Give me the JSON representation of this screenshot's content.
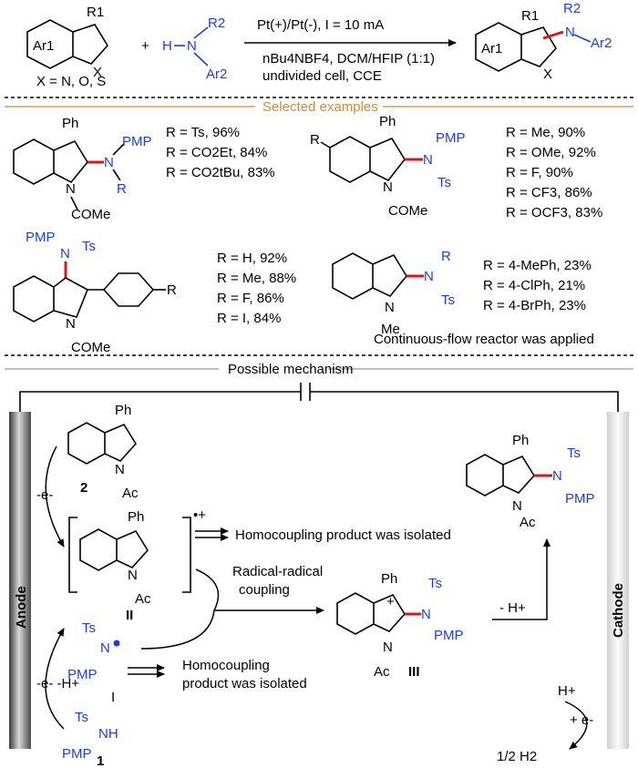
{
  "scheme": {
    "reagent_r1": "R1",
    "ar1": "Ar1",
    "x_atom": "X",
    "x_def": "X = N, O, S",
    "plus": "+",
    "amine_h": "H",
    "amine_n": "N",
    "amine_r2": "R2",
    "amine_ar2": "Ar2",
    "cond_line1": "Pt(+)/Pt(-), I = 10 mA",
    "cond_line2": "nBu4NBF4, DCM/HFIP (1:1)",
    "cond_line3": "undivided cell, CCE"
  },
  "selected_header": "Selected examples",
  "examples": {
    "ex1": [
      "R = Ts, 96%",
      "R = CO2Et, 84%",
      "R = CO2tBu, 83%"
    ],
    "ex2": [
      "R = Me, 90%",
      "R = OMe, 92%",
      "R = F, 90%",
      "R = CF3, 86%",
      "R = OCF3, 83%"
    ],
    "ex3": [
      "R = H, 92%",
      "R = Me, 88%",
      "R = F, 86%",
      "R = I, 84%"
    ],
    "ex4": [
      "R = 4-MePh, 23%",
      "R = 4-ClPh, 21%",
      "R = 4-BrPh, 23%"
    ],
    "flow_note": "Continuous-flow reactor was applied"
  },
  "labels": {
    "ph": "Ph",
    "pmp": "PMP",
    "ts": "Ts",
    "r": "R",
    "n": "N",
    "nh": "NH",
    "come": "COMe",
    "me": "Me",
    "ac": "Ac"
  },
  "mechanism": {
    "header": "Possible mechanism",
    "anode": "Anode",
    "cathode": "Cathode",
    "minus_e": "-e-",
    "minus_e_h": "-e-  -H+",
    "cpd2": "2",
    "cpdII": "II",
    "cpdI": "I",
    "cpd1": "1",
    "cpdIII": "III",
    "radical_cation": "•+",
    "homo1": "Homocoupling product was isolated",
    "homo2_line1": "Homocoupling",
    "homo2_line2": "product was isolated",
    "radical_line1": "Radical-radical",
    "radical_line2": "coupling",
    "minus_h": "- H+",
    "h_plus": "H+",
    "plus_e": "+ e-",
    "half_h2": "1/2 H2"
  }
}
